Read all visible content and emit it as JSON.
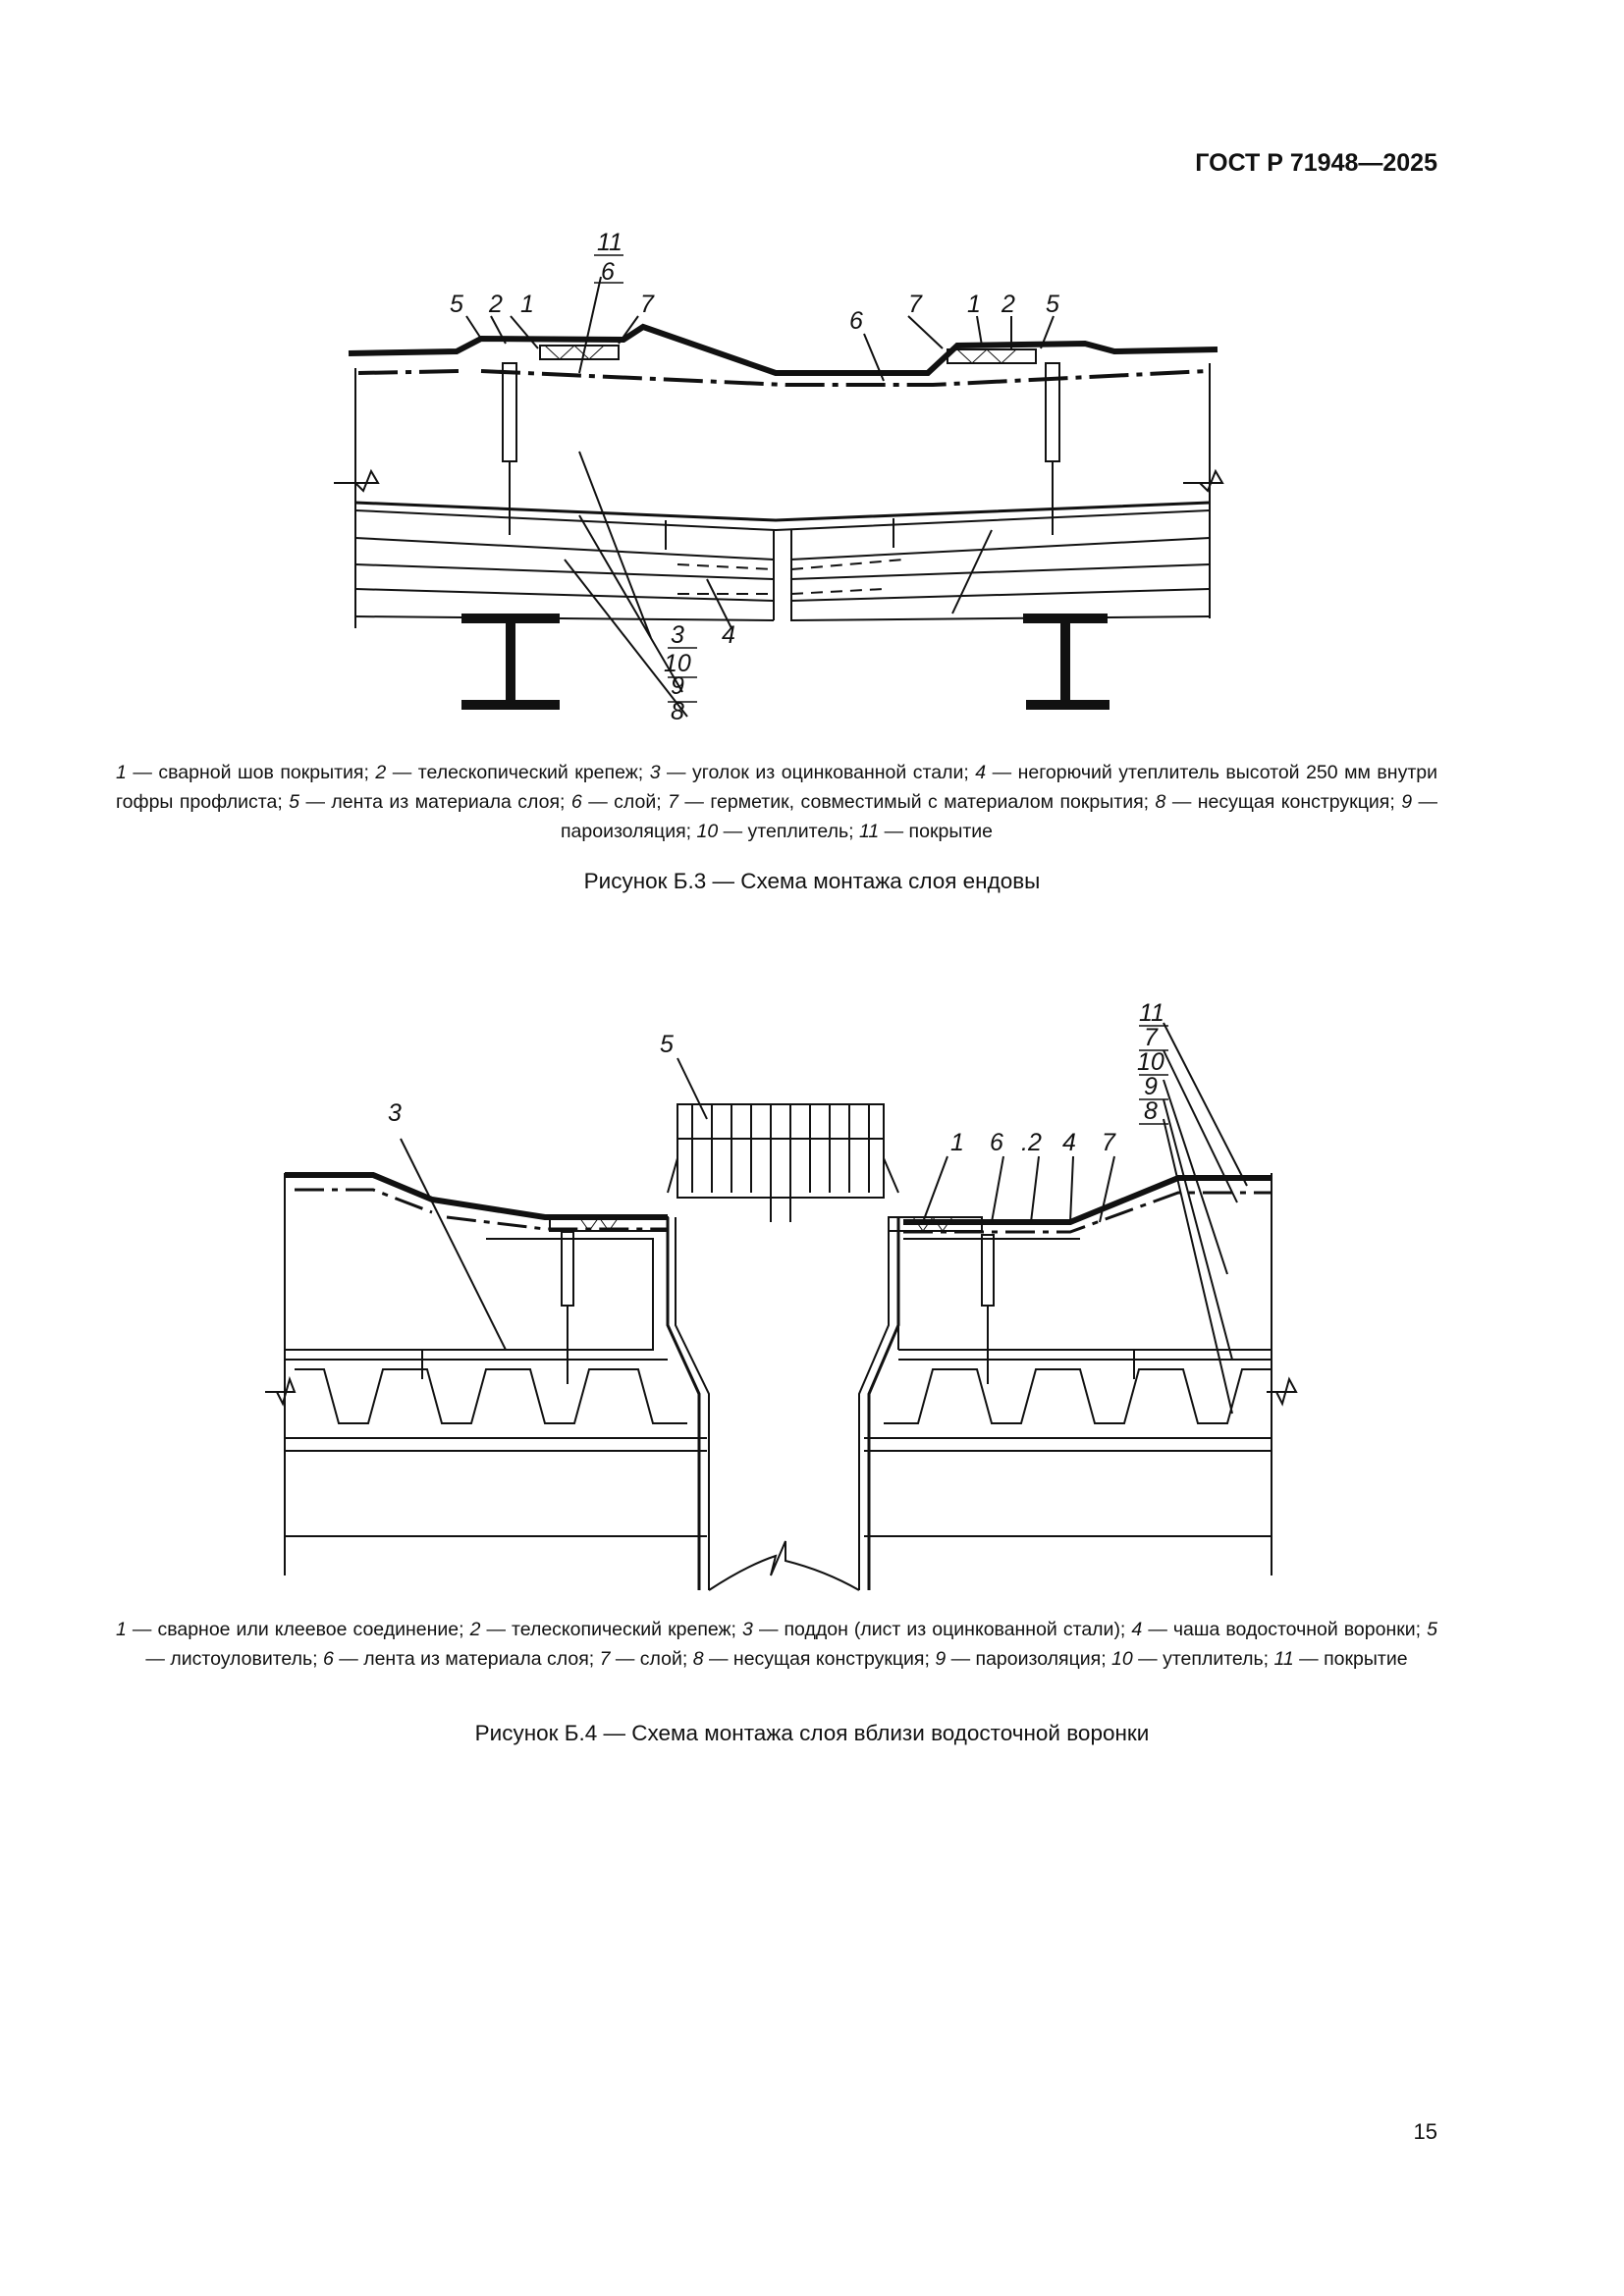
{
  "header": {
    "doc_code": "ГОСТ Р 71948—2025"
  },
  "figure_b3": {
    "callouts": {
      "l5": "5",
      "l2": "2",
      "l1": "1",
      "l11": "11",
      "l6": "6",
      "l7": "7",
      "r6": "6",
      "r7": "7",
      "r1": "1",
      "r2": "2",
      "r5": "5",
      "b3": "3",
      "b10": "10",
      "b9": "9",
      "b8": "8",
      "b4": "4"
    },
    "legend": [
      {
        "num": "1",
        "text": " — сварной шов покрытия; "
      },
      {
        "num": "2",
        "text": " — телескопический крепеж; "
      },
      {
        "num": "3",
        "text": " — уголок из оцинкованной стали; "
      },
      {
        "num": "4",
        "text": " — негорючий утеплитель высотой 250 мм внутри гофры профлиста; "
      },
      {
        "num": "5",
        "text": " — лента из материала слоя; "
      },
      {
        "num": "6",
        "text": " — слой; "
      },
      {
        "num": "7",
        "text": " — герметик, совместимый с материалом покрытия; "
      },
      {
        "num": "8",
        "text": " — несущая конструкция; "
      },
      {
        "num": "9",
        "text": " — пароизоляция; "
      },
      {
        "num": "10",
        "text": " — утеплитель; "
      },
      {
        "num": "11",
        "text": " — покрытие"
      }
    ],
    "caption": "Рисунок Б.3 — Схема монтажа слоя ендовы"
  },
  "figure_b4": {
    "callouts": {
      "c3": "3",
      "c5": "5",
      "c1": "1",
      "c6": "6",
      "c2": ".2",
      "c4": "4",
      "c7": "7",
      "s11": "11",
      "s7": "7",
      "s10": "10",
      "s9": "9",
      "s8": "8"
    },
    "legend": [
      {
        "num": "1",
        "text": " — сварное или клеевое соединение; "
      },
      {
        "num": "2",
        "text": " — телескопический крепеж; "
      },
      {
        "num": "3",
        "text": " — поддон (лист из оцинкованной стали); "
      },
      {
        "num": "4",
        "text": " — чаша водосточной воронки; "
      },
      {
        "num": "5",
        "text": " — листоуловитель; "
      },
      {
        "num": "6",
        "text": " — лента из материала слоя; "
      },
      {
        "num": "7",
        "text": " — слой; "
      },
      {
        "num": "8",
        "text": " — несущая конструкция; "
      },
      {
        "num": "9",
        "text": " — пароизоляция; "
      },
      {
        "num": "10",
        "text": " — утеплитель; "
      },
      {
        "num": "11",
        "text": " — покрытие"
      }
    ],
    "caption": "Рисунок Б.4 — Схема монтажа слоя вблизи водосточной воронки"
  },
  "footer": {
    "page_number": "15"
  }
}
